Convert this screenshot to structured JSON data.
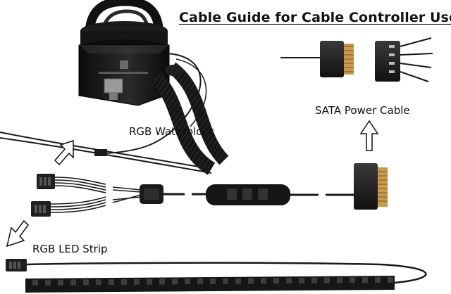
{
  "title": "Cable Guide for Cable Controller User",
  "labels": {
    "sata": "SATA Power Cable",
    "waterblock": "RGB Waterblock",
    "led_strip": "RGB LED Strip"
  },
  "colors": {
    "ink": "#111111",
    "cable": "#1a1a1a",
    "metal": "#2a2a2a",
    "pins": "#c89a4a",
    "arrow": "#ffffff"
  }
}
